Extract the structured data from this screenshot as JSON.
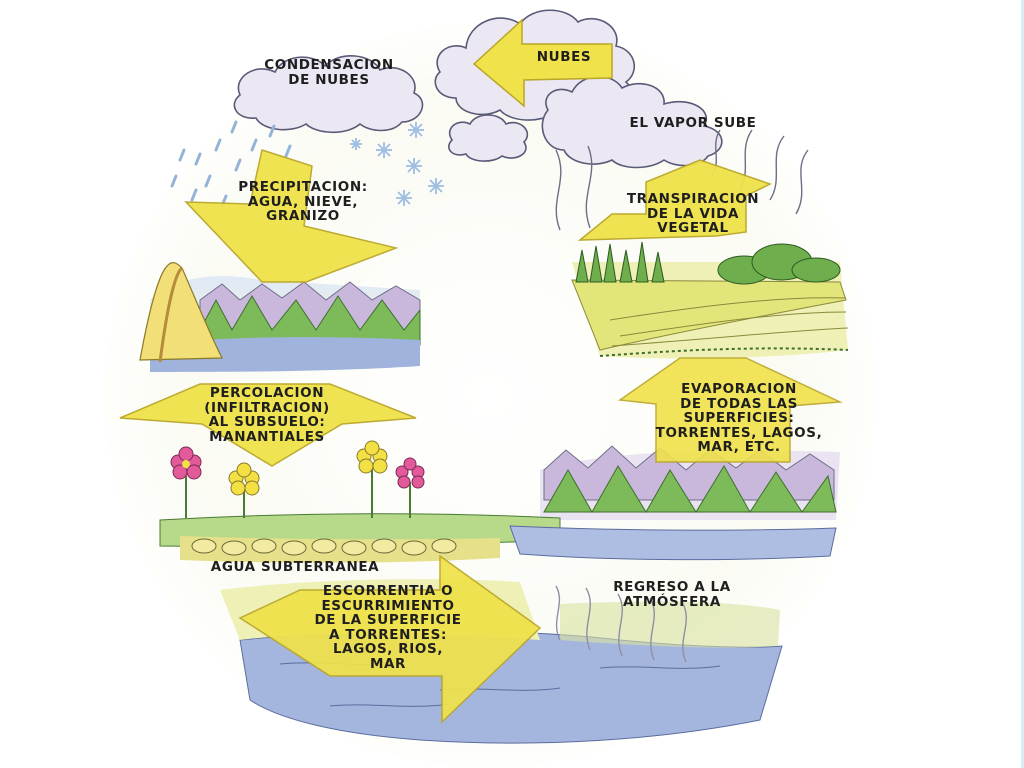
{
  "labels": {
    "nubes": "NUBES",
    "condensacion": "CONDENSACION\nDE NUBES",
    "vapor": "EL VAPOR SUBE",
    "transpiracion": "TRANSPIRACION\nDE LA VIDA\nVEGETAL",
    "precipitacion": "PRECIPITACION:\nAGUA, NIEVE,\nGRANIZO",
    "percolacion": "PERCOLACION\n(INFILTRACION)\nAL SUBSUELO:\nMANANTIALES",
    "evaporacion": "EVAPORACION\nDE TODAS LAS\nSUPERFICIES:\nTORRENTES, LAGOS,\nMAR, ETC.",
    "agua_subterranea": "AGUA SUBTERRANEA",
    "escorrentia": "ESCORRENTIA O\nESCURRIMIENTO\nDE LA SUPERFICIE\nA TORRENTES:\nLAGOS, RIOS,\nMAR",
    "regreso": "REGRESO A LA\nATMÓSFERA"
  },
  "colors": {
    "arrow": "#f0e24a",
    "arrow_stroke": "#b9a628",
    "cloud": "#e9e6f2",
    "cloud_stroke": "#5a5a78",
    "water": "#9fb3dc",
    "grass": "#9ccc6a",
    "mountain": "#7dbb5a",
    "snow": "#c9b8dc",
    "field": "#e8ea8c",
    "rain": "#93b4d8",
    "flower_pink": "#e35a9b",
    "flower_yellow": "#f2e045"
  }
}
